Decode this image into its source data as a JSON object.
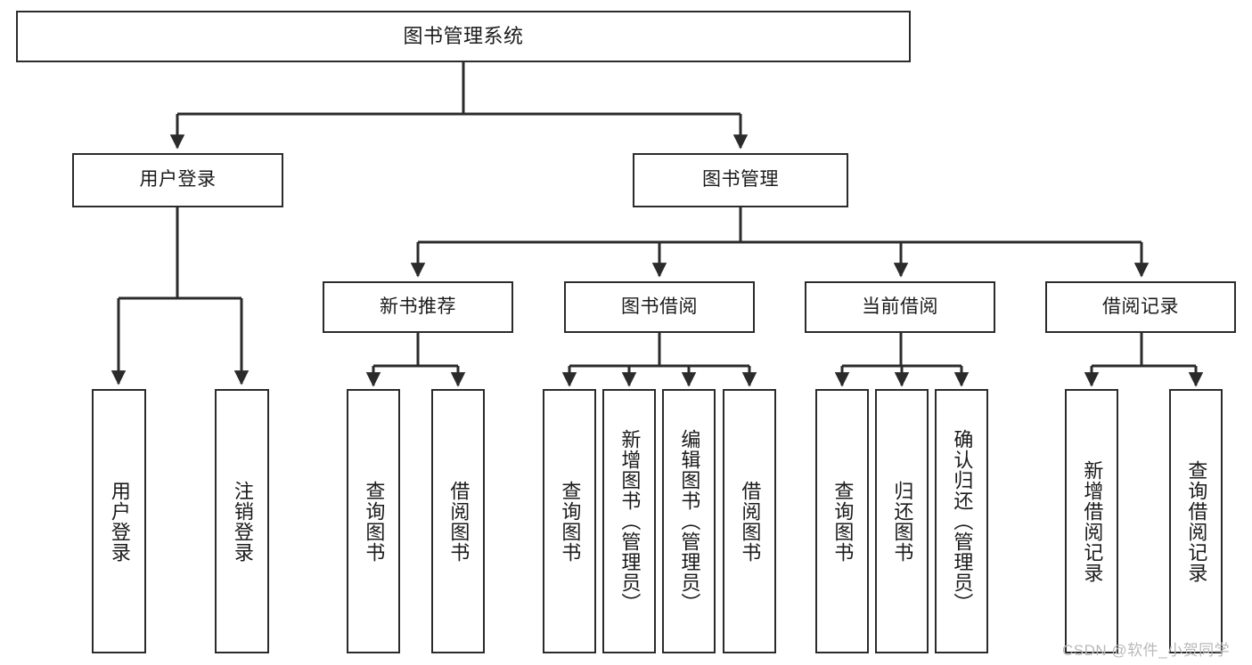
{
  "diagram": {
    "title": "图书管理系统",
    "watermark": "CSDN @软件_小贺同学",
    "colors": {
      "box_border": "#2b2b2b",
      "box_fill": "#ffffff",
      "connector": "#2b2b2b",
      "text": "#1b1b1b",
      "watermark": "#b9b9b9"
    },
    "nodes": {
      "root": {
        "label": "图书管理系统"
      },
      "level1": [
        {
          "label": "用户登录"
        },
        {
          "label": "图书管理"
        }
      ],
      "level2": [
        {
          "label": "新书推荐"
        },
        {
          "label": "图书借阅"
        },
        {
          "label": "当前借阅"
        },
        {
          "label": "借阅记录"
        }
      ],
      "leaves": {
        "user_login": [
          {
            "label": "用户登录"
          },
          {
            "label": "注销登录"
          }
        ],
        "new_book_recommend": [
          {
            "label": "查询图书"
          },
          {
            "label": "借阅图书"
          }
        ],
        "book_borrow": [
          {
            "label": "查询图书"
          },
          {
            "label": "新增图书（管理员）"
          },
          {
            "label": "编辑图书（管理员）"
          },
          {
            "label": "借阅图书"
          }
        ],
        "current_borrow": [
          {
            "label": "查询图书"
          },
          {
            "label": "归还图书"
          },
          {
            "label": "确认归还（管理员）"
          }
        ],
        "borrow_record": [
          {
            "label": "新增借阅记录"
          },
          {
            "label": "查询借阅记录"
          }
        ]
      }
    }
  }
}
